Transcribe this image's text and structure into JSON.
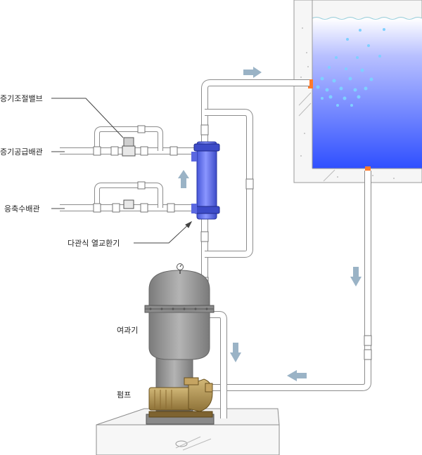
{
  "labels": {
    "steam_control_valve": "증기조절밸브",
    "steam_supply_pipe": "증기공급배관",
    "condensate_pipe": "응축수배관",
    "shell_tube_heat_exchanger": "다관식 열교환기",
    "filter": "여과기",
    "pump": "펌프"
  },
  "colors": {
    "water_top": "#ffffff",
    "water_bottom": "#2f4fff",
    "heat_exchanger": "#6f7cf2",
    "filter_body": "#9a9a9a",
    "pump_body": "#b89a55",
    "flow_arrow": "#9ab3c6",
    "pipe_fill": "#ffffff",
    "pipe_stroke": "#8c8c8c",
    "outlet_marker": "#ff7a2a"
  },
  "icons": [
    "flow-arrow-icon",
    "pressure-gauge-icon",
    "valve-icon"
  ]
}
